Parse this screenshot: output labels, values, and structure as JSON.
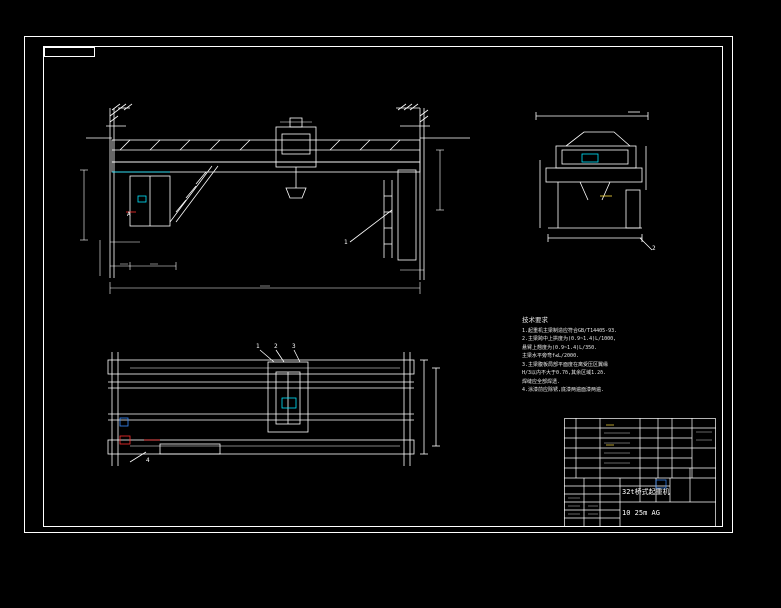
{
  "colors": {
    "background": "#000000",
    "line": "#ffffff",
    "accent_cyan": "#00e5ff",
    "accent_red": "#ff3030",
    "accent_yellow": "#ffe040",
    "accent_blue": "#3a8cff",
    "accent_green": "#30ff60"
  },
  "drawing": {
    "title_line1": "32t桥式起重机",
    "title_line2": "10 25m AG"
  },
  "notes": {
    "title": "技术要求",
    "lines": [
      "1.起重机主梁制造应符合GB/T14405-93.",
      "2.主梁跨中上拱度为(0.9~1.4)L/1000,",
      "  悬臂上翘度为(0.9~1.4)L/350.",
      "  主梁水平旁弯f≤L/2000.",
      "3.主梁腹板局部平面度在离受压区翼缘",
      "  H/3以内不大于0.7δ,其余区域1.2δ.",
      "  焊缝应全部焊透.",
      "4.涂漆前应除锈,底漆两遍面漆两遍."
    ]
  },
  "callouts": {
    "elev_A": "A",
    "elev_1": "1",
    "side_2": "2",
    "plan_1": "1",
    "plan_2": "2",
    "plan_3": "3",
    "plan_4": "4"
  }
}
